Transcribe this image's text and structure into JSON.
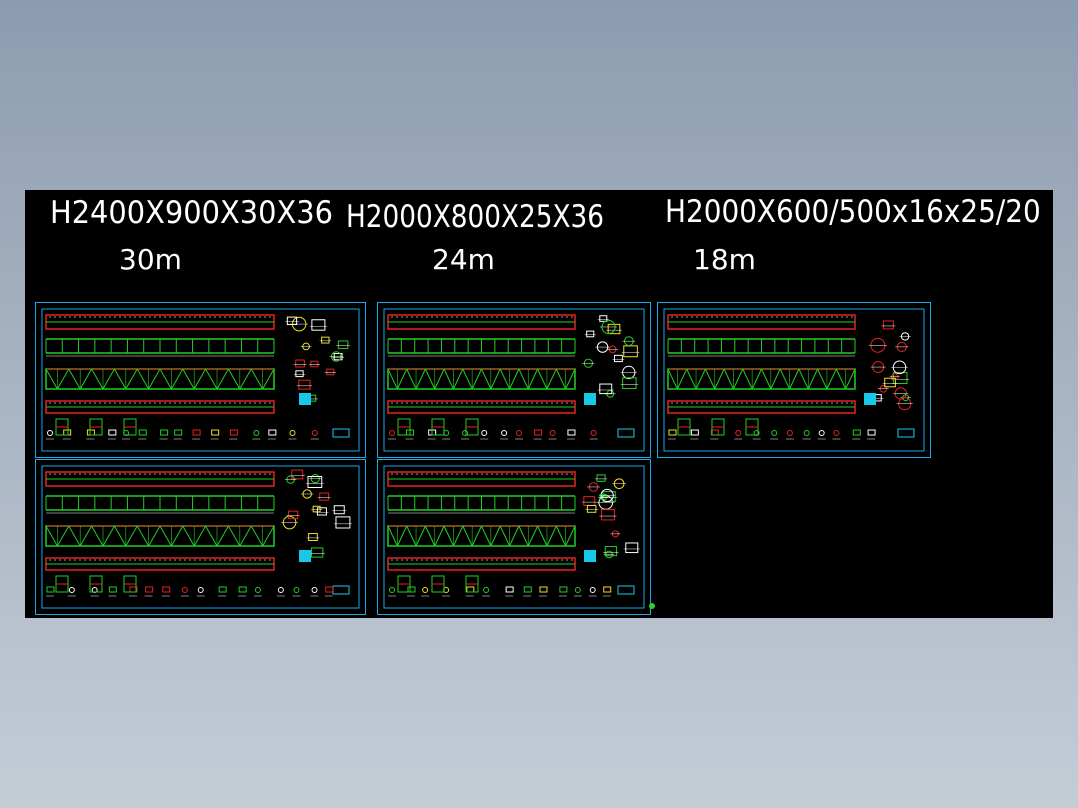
{
  "drawing": {
    "groups": [
      {
        "title": "H2400X900X30X36",
        "span": "30m"
      },
      {
        "title": "H2000X800X25X36",
        "span": "24m"
      },
      {
        "title": "H2000X600/500x16x25/20",
        "span": "18m"
      }
    ],
    "sheet_count": 5
  },
  "colors": {
    "background": "#000000",
    "sheet_frame": "#19a8e8",
    "chord": "#e8201e",
    "web": "#22d022",
    "detail": "#ffffff",
    "note_block": "#18c8e8",
    "marker": "#f0e020"
  }
}
